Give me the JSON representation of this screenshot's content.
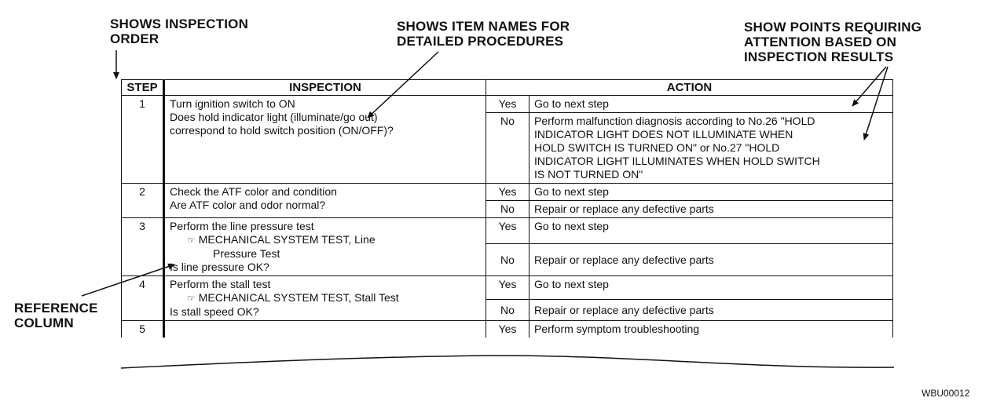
{
  "callouts": {
    "inspection_order": [
      "SHOWS INSPECTION",
      "ORDER"
    ],
    "item_names": [
      "SHOWS ITEM NAMES FOR",
      "DETAILED PROCEDURES"
    ],
    "attention_points": [
      "SHOW POINTS REQUIRING",
      "ATTENTION BASED ON",
      "INSPECTION RESULTS"
    ],
    "reference_column": [
      "REFERENCE",
      "COLUMN"
    ]
  },
  "table": {
    "headers": {
      "step": "STEP",
      "inspection": "INSPECTION",
      "action": "ACTION"
    },
    "rows": [
      {
        "step": "1",
        "inspection": [
          "Turn ignition switch to ON",
          "Does hold indicator light (illuminate/go out)",
          "correspond to hold switch position (ON/OFF)?"
        ],
        "yes_label": "Yes",
        "yes_action": "Go to next step",
        "no_label": "No",
        "no_action": [
          "Perform malfunction diagnosis according to No.26 \"HOLD",
          "INDICATOR LIGHT DOES NOT ILLUMINATE WHEN",
          "HOLD SWITCH IS TURNED ON\" or No.27 \"HOLD",
          "INDICATOR LIGHT ILLUMINATES WHEN HOLD SWITCH",
          "IS NOT TURNED ON\""
        ]
      },
      {
        "step": "2",
        "inspection": [
          "Check the ATF color and condition",
          "Are ATF color and odor normal?"
        ],
        "yes_label": "Yes",
        "yes_action": "Go to next step",
        "no_label": "No",
        "no_action": "Repair or replace any defective parts"
      },
      {
        "step": "3",
        "inspection_first": "Perform the line pressure test",
        "inspection_ref": "MECHANICAL SYSTEM TEST, Line",
        "inspection_ref2": "Pressure Test",
        "inspection_last": "Is line pressure OK?",
        "yes_label": "Yes",
        "yes_action": "Go to next step",
        "no_label": "No",
        "no_action": "Repair or replace any defective parts"
      },
      {
        "step": "4",
        "inspection_first": "Perform the stall test",
        "inspection_ref": "MECHANICAL SYSTEM TEST, Stall Test",
        "inspection_last": "Is stall speed OK?",
        "yes_label": "Yes",
        "yes_action": "Go to next step",
        "no_label": "No",
        "no_action": "Repair or replace any defective parts"
      },
      {
        "step": "5",
        "yes_label": "Yes",
        "yes_action": "Perform symptom troubleshooting"
      }
    ]
  },
  "figure_code": "WBU00012"
}
